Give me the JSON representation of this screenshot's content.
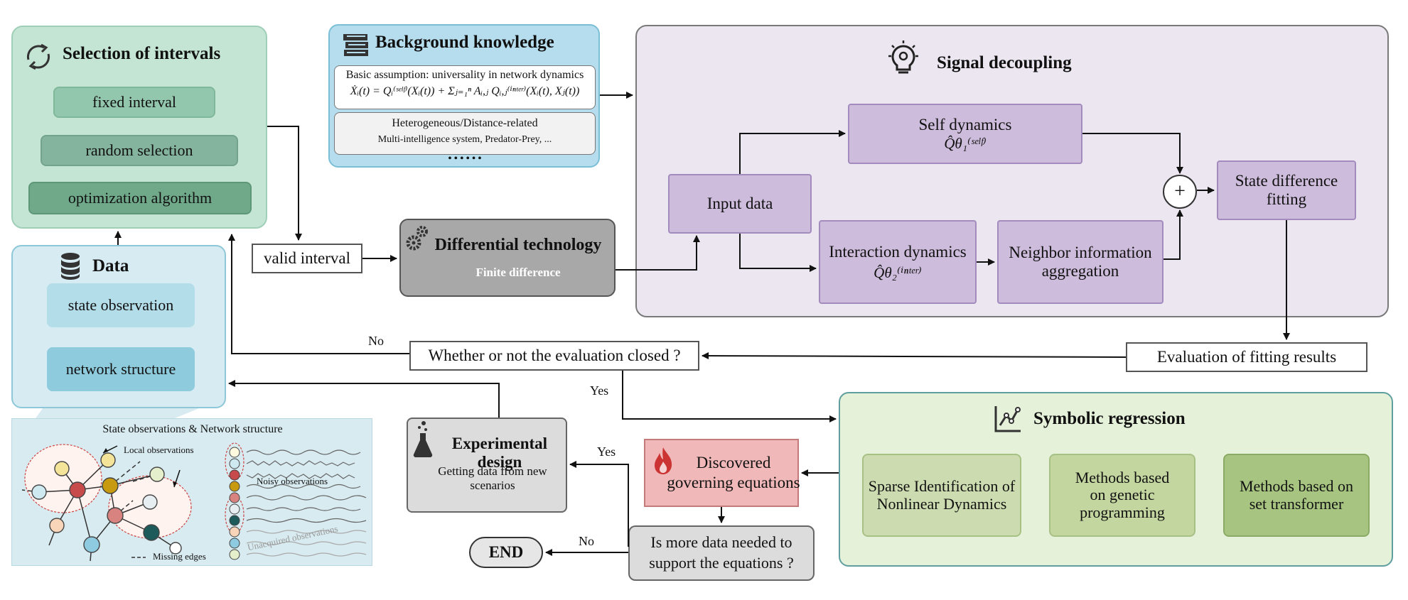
{
  "selection": {
    "title": "Selection of intervals",
    "items": [
      "fixed interval",
      "random selection",
      "optimization algorithm"
    ]
  },
  "background": {
    "title": "Background knowledge",
    "assumption": "Basic assumption: universality in network dynamics",
    "equation": "Ẋᵢ(t) = Qᵢ⁽ˢᵉˡᶠ⁾(Xᵢ(t)) + Σⱼ₌₁ⁿ Aᵢ,ⱼ Qᵢ,ⱼ⁽ⁱⁿᵗᵉʳ⁾(Xᵢ(t), Xⱼ(t))",
    "line1": "Heterogeneous/Distance-related",
    "line2": "Multi-intelligence system, Predator-Prey, ...",
    "ellipsis": "• • • • • •"
  },
  "signal": {
    "title": "Signal decoupling",
    "input": "Input data",
    "self_label": "Self dynamics",
    "self_symbol": "Q̂θ₁⁽ˢᵉˡᶠ⁾",
    "inter_label": "Interaction dynamics",
    "inter_symbol": "Q̂θ₂⁽ⁱⁿᵗᵉʳ⁾",
    "neighbor": "Neighbor information aggregation",
    "plus": "+",
    "state_diff": "State difference fitting"
  },
  "valid_interval": "valid interval",
  "differential": {
    "title": "Differential technology",
    "subtitle": "Finite difference"
  },
  "data": {
    "title": "Data",
    "items": [
      "state observation",
      "network structure"
    ]
  },
  "observations": {
    "title": "State observations & Network structure",
    "local": "Local observations",
    "noisy": "Noisy observations",
    "unacquired": "Unacquired observations",
    "missing": "Missing edges"
  },
  "evaluation_question": "Whether or not the evaluation closed ?",
  "evaluation_fitting": "Evaluation of fitting results",
  "labels": {
    "no1": "No",
    "yes1": "Yes",
    "yes2": "Yes",
    "no2": "No"
  },
  "symbolic": {
    "title": "Symbolic regression",
    "methods": [
      "Sparse Identification of Nonlinear Dynamics",
      "Methods based on genetic programming",
      "Methods based on set transformer"
    ]
  },
  "discovered": "Discovered governing equations",
  "experimental": {
    "title": "Experimental design",
    "subtitle": "Getting data from new scenarios"
  },
  "more_data": "Is more data needed to support the equations ?",
  "end": "END",
  "colors": {
    "selection_panel": "#c5e5d4",
    "background_panel": "#b6dded",
    "signal_panel": "#ebe6f0",
    "purple_box": "#cdbcdb",
    "symbolic_panel": "#e6f1da",
    "discovered_box": "#f0b8b8",
    "differential_box": "#a8a8a8"
  }
}
